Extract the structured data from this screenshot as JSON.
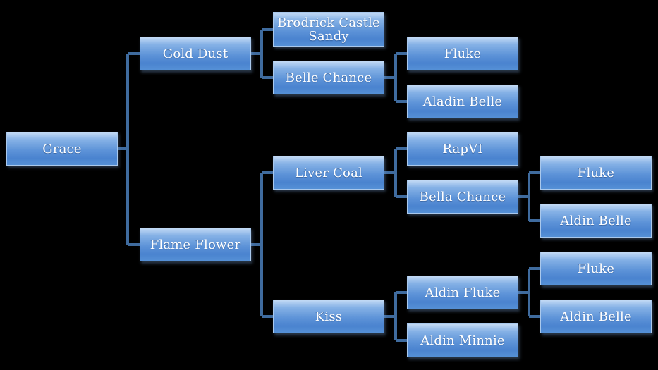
{
  "nodes": {
    "grace": "Grace",
    "gold_dust": "Gold Dust",
    "flame_flower": "Flame Flower",
    "brodrick": "Brodrick Castle\nSandy",
    "belle_chance": "Belle Chance",
    "liver_coal": "Liver Coal",
    "kiss": "Kiss",
    "fluke_1": "Fluke",
    "aladin_belle": "Aladin Belle",
    "rapvi": "RapVI",
    "bella_chance": "Bella Chance",
    "aldin_fluke": "Aldin Fluke",
    "aldin_minnie": "Aldin Minnie",
    "fluke_2": "Fluke",
    "aldin_belle_1": "Aldin Belle",
    "fluke_3": "Fluke",
    "aldin_belle_2": "Aldin Belle"
  },
  "colors": {
    "background": "#000000",
    "node_fill": "#5d93d8",
    "node_highlight": "#c3daf5",
    "connector": "#3f6b9e",
    "text": "#ffffff"
  }
}
